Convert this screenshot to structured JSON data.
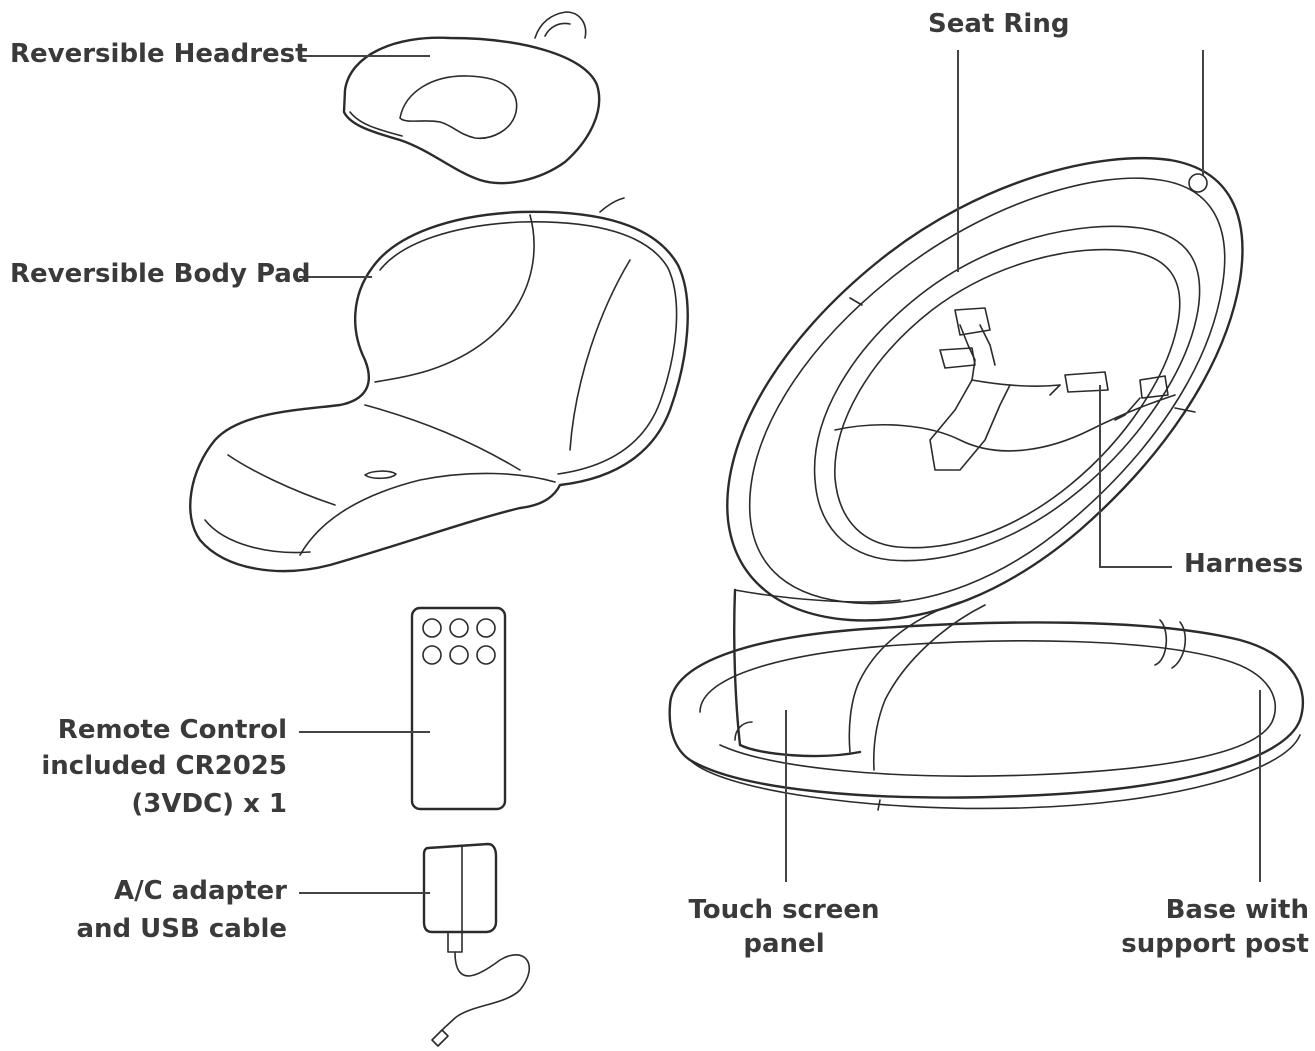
{
  "labels": {
    "headrest": "Reversible Headrest",
    "body_pad": "Reversible Body Pad",
    "remote": [
      "Remote Control",
      "included CR2025",
      "(3VDC) x 1"
    ],
    "adapter": [
      "A/C adapter",
      "and USB cable"
    ],
    "seat_ring": "Seat Ring",
    "harness": "Harness",
    "touch_panel": [
      "Touch screen",
      "panel"
    ],
    "base": [
      "Base with",
      "support post"
    ]
  }
}
